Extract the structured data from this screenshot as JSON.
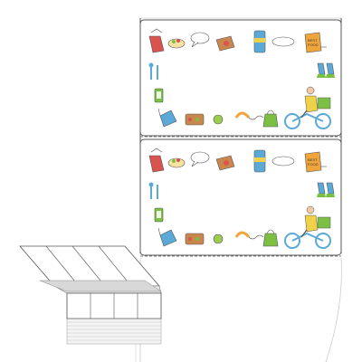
{
  "product": {
    "labels_per_sheet": 2,
    "sheet_count_top": 4,
    "sheet_count_bottom": 4
  },
  "label_design": {
    "theme_icons": [
      "takeout-box-icon",
      "salad-bowl-icon",
      "speech-bubble-icon",
      "pasta-plate-icon",
      "drink-cup-icon",
      "speech-bubble-icon",
      "delivery-bag-icon",
      "utensils-icon",
      "shoe-icon",
      "phone-icon",
      "noodle-box-icon",
      "bento-box-icon",
      "lime-icon",
      "telephone-handset-icon",
      "shopping-bag-icon",
      "delivery-rider-icon"
    ],
    "bag_text": "BEST\nFOOD",
    "colors": {
      "blue": "#5aa9d6",
      "green": "#7bc043",
      "orange": "#f0a53a",
      "red": "#d9534f",
      "brown": "#8a5a3b",
      "outline": "#555555"
    }
  }
}
